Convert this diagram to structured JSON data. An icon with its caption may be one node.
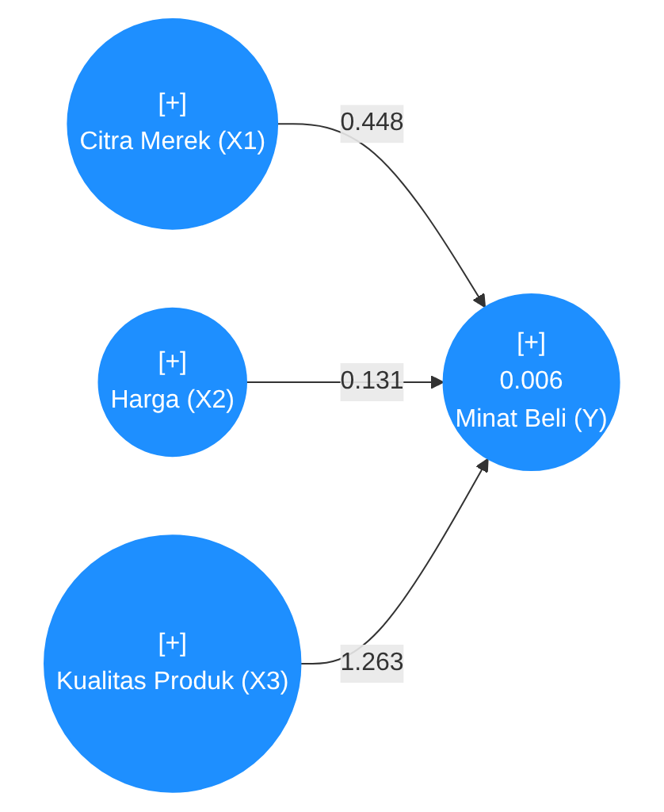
{
  "diagram": {
    "nodes": [
      {
        "text": [
          "[+]",
          "Citra Merek (X1)"
        ]
      },
      {
        "text": [
          "[+]",
          "Harga (X2)"
        ]
      },
      {
        "text": [
          "[+]",
          "Kualitas Produk (X3)"
        ]
      },
      {
        "text": [
          "[+]",
          "0.006",
          "Minat Beli (Y)"
        ]
      }
    ],
    "edges": [
      {
        "from": 0,
        "to": 3,
        "arrow": "to",
        "label": "0.448"
      },
      {
        "from": 1,
        "to": 3,
        "arrow": "to",
        "label": "0.131"
      },
      {
        "from": 2,
        "to": 3,
        "arrow": "to",
        "label": "1.263"
      }
    ]
  }
}
